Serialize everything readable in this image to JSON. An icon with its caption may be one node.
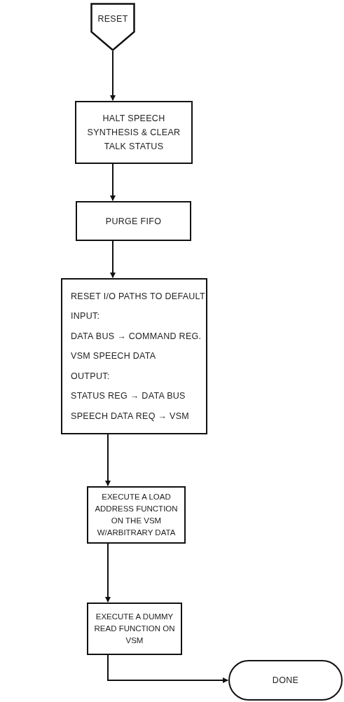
{
  "diagram": {
    "nodes": [
      {
        "text": [
          "RESET"
        ]
      },
      {
        "text": [
          "HALT SPEECH SYNTHESIS & CLEAR TALK STATUS"
        ]
      },
      {
        "text": [
          "PURGE FIFO"
        ]
      },
      {
        "text": [
          "RESET I/O PATHS TO DEFAULT",
          "INPUT:",
          "DATA BUS → COMMAND REG.",
          "VSM SPEECH DATA",
          "OUTPUT:",
          "STATUS REG → DATA BUS",
          "SPEECH DATA REQ → VSM"
        ]
      },
      {
        "text": [
          "EXECUTE A LOAD ADDRESS FUNCTION ON THE VSM W/ARBITRARY DATA"
        ]
      },
      {
        "text": [
          "EXECUTE A DUMMY READ FUNCTION ON VSM"
        ]
      },
      {
        "text": [
          "DONE"
        ]
      }
    ],
    "edges": [
      {
        "from": 0,
        "to": 1,
        "arrow": "to"
      },
      {
        "from": 1,
        "to": 2,
        "arrow": "to"
      },
      {
        "from": 2,
        "to": 3,
        "arrow": "to"
      },
      {
        "from": 3,
        "to": 4,
        "arrow": "to"
      },
      {
        "from": 4,
        "to": 5,
        "arrow": "to"
      },
      {
        "from": 5,
        "to": 6,
        "arrow": "to"
      }
    ]
  }
}
